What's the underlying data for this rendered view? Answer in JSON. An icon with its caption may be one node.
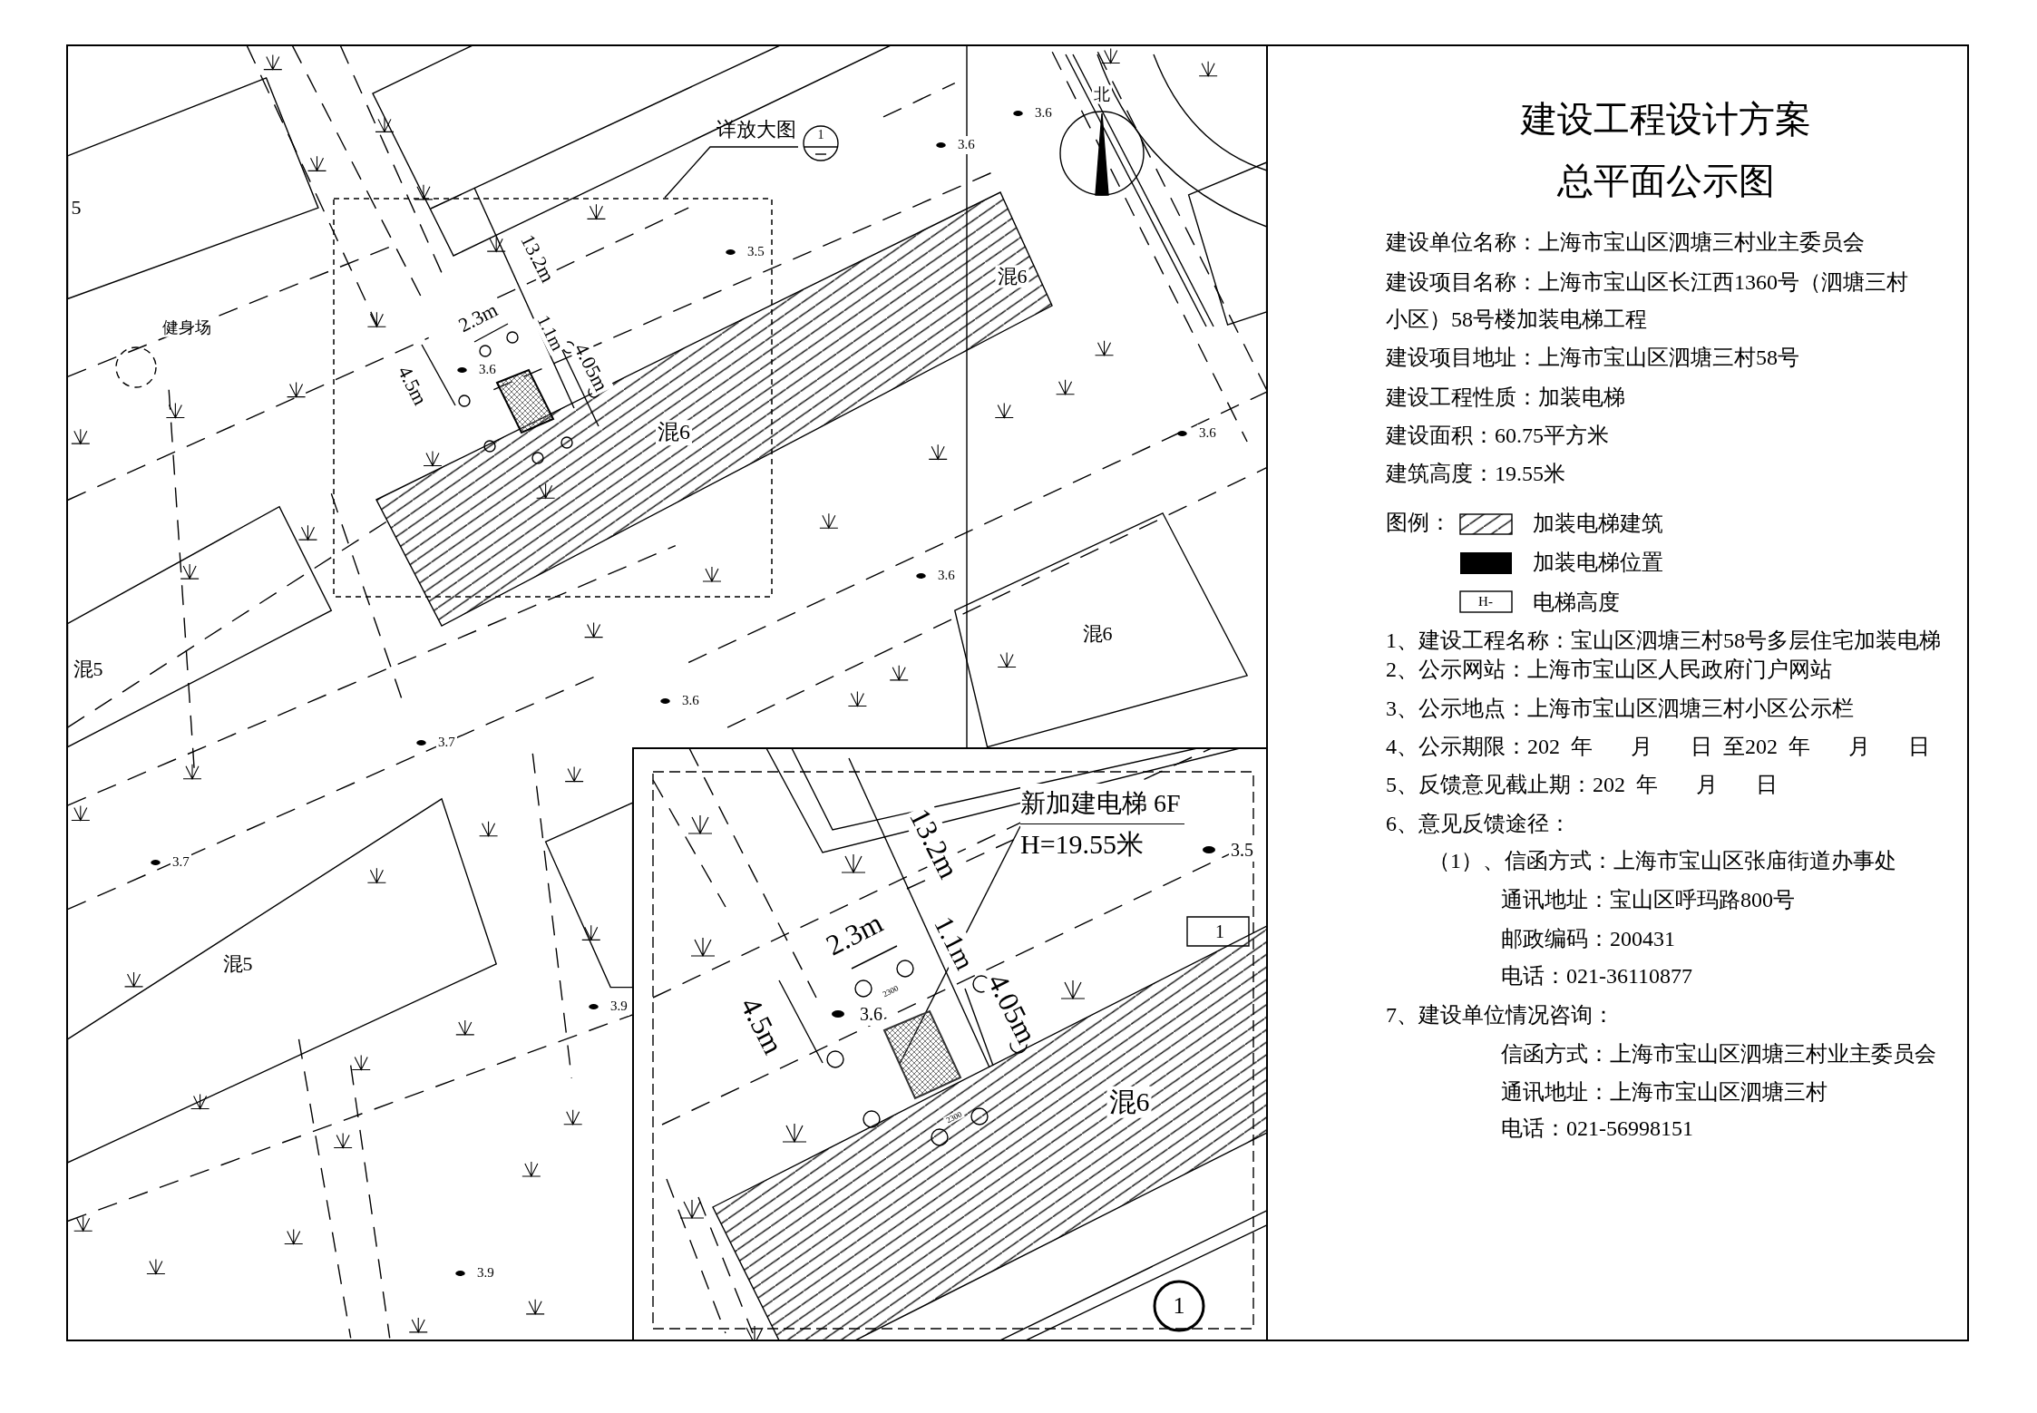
{
  "diagram": {
    "title": "建设工程设计方案",
    "nodes": [
      {
        "text": [
          "详放大图"
        ]
      },
      {
        "text": [],
        "shape": "box"
      },
      {
        "text": [
          "新加建电梯 6F",
          "H=19.55米"
        ]
      },
      {
        "text": [],
        "shape": "box",
        "beside": [
          "2300"
        ]
      }
    ],
    "edges": [
      {
        "from": 0,
        "to": 1,
        "arrow": "none"
      },
      {
        "from": 2,
        "to": 3,
        "arrow": "none"
      }
    ],
    "labels": [
      "总平面公示图",
      "建设单位名称：上海市宝山区泗塘三村业主委员会",
      "建设项目名称：上海市宝山区长江西1360号（泗塘三村小区）58号楼加装电梯工程",
      "建设项目地址：上海市宝山区泗塘三村58号",
      "建设工程性质：加装电梯",
      "建设面积：60.75平方米",
      "建筑高度：19.55米",
      "图例：",
      "H-",
      "1、建设工程名称：宝山区泗塘三村58号多层住宅加装电梯",
      "2、公示网站：上海市宝山区人民政府门户网站",
      "3、公示地点：上海市宝山区泗塘三村小区公示栏",
      "4、公示期限：202  年       月       日  至202  年       月       日",
      "5、反馈意见截止期：202  年       月       日",
      "6、意见反馈途径：",
      "（1）、信函方式：上海市宝山区张庙街道办事处",
      "通讯地址：宝山区呼玛路800号",
      "邮政编码：200431",
      "电话：021-36110877",
      "7、建设单位情况咨询：",
      "信函方式：上海市宝山区泗塘三村业主委员会",
      "通讯地址：上海市宝山区泗塘三村",
      "电话：021-56998151",
      "5",
      "健身场",
      "混5",
      "混5",
      "混6",
      "混6",
      "混6",
      "北",
      "1",
      "13.2m",
      "1.1m",
      "2.3m",
      "4.5m",
      "4.05m",
      "3.6",
      "3.6",
      "3.5",
      "3.6",
      "3.6",
      "3.6",
      "3.6",
      "3.7",
      "3.7",
      "3.9",
      "3.9",
      "13.2m",
      "1.1m",
      "2.3m",
      "4.5m",
      "4.05m",
      "2300",
      "3.6",
      "3.5",
      "混6",
      "1",
      "1"
    ],
    "legend": [
      {
        "text": "加装电梯建筑"
      },
      {
        "text": "加装电梯位置",
        "color": "#000000"
      },
      {
        "text": "电梯高度"
      }
    ]
  }
}
